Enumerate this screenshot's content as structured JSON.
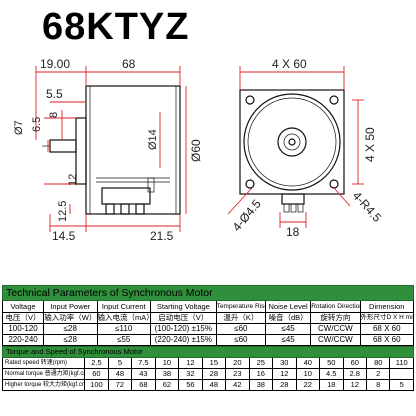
{
  "title": "68KTYZ",
  "dims": {
    "d1900": "19.00",
    "d68": "68",
    "d55": "5.5",
    "d7": "Ø7",
    "d65": "6.5",
    "d8": "8",
    "d14": "Ø14",
    "d60": "Ø60",
    "d125": "12.5",
    "d12": "12",
    "d145": "14.5",
    "d215": "21.5",
    "d4x60": "4 X 60",
    "d4x50": "4 X 50",
    "d445": "4-Ø4.5",
    "d4r45": "4-R4.5",
    "d18": "18"
  },
  "table1": {
    "band": "Technical Parameters of Synchronous Motor",
    "headers": [
      "Voltage",
      "Input Power",
      "Input Current",
      "Starting Voltage",
      "Temperature Rise",
      "Noise Level",
      "Rotation Direction",
      "Dimension"
    ],
    "subheaders": [
      "电压（V）",
      "输入功率（W）",
      "输入电流（mA）",
      "启动电压（V）",
      "温升（K）",
      "噪音（dB）",
      "旋转方向",
      "外形尺寸D X H mm"
    ],
    "rows": [
      [
        "100-120",
        "≤28",
        "≤110",
        "(100-120) ±15%",
        "≤60",
        "≤45",
        "CW/CCW",
        "68 X 60"
      ],
      [
        "220-240",
        "≤28",
        "≤55",
        "(220-240) ±15%",
        "≤60",
        "≤45",
        "CW/CCW",
        "68 X 60"
      ]
    ]
  },
  "table2": {
    "band": "Torque and Speed of Synchronous Motor",
    "rows": [
      {
        "label": "Rated speed 转速(rpm)",
        "values": [
          "2.5",
          "5",
          "7.5",
          "10",
          "12",
          "15",
          "20",
          "25",
          "30",
          "40",
          "50",
          "60",
          "80",
          "110"
        ]
      },
      {
        "label": "Normal torque 普通力矩(kgf.cm)",
        "values": [
          "60",
          "48",
          "43",
          "38",
          "32",
          "28",
          "23",
          "16",
          "12",
          "10",
          "4.5",
          "2.8",
          "2",
          ""
        ]
      },
      {
        "label": "Higher torque 较大力矩(kgf.cm)",
        "values": [
          "100",
          "72",
          "68",
          "62",
          "56",
          "48",
          "42",
          "38",
          "28",
          "22",
          "18",
          "12",
          "8",
          "5"
        ]
      }
    ]
  }
}
